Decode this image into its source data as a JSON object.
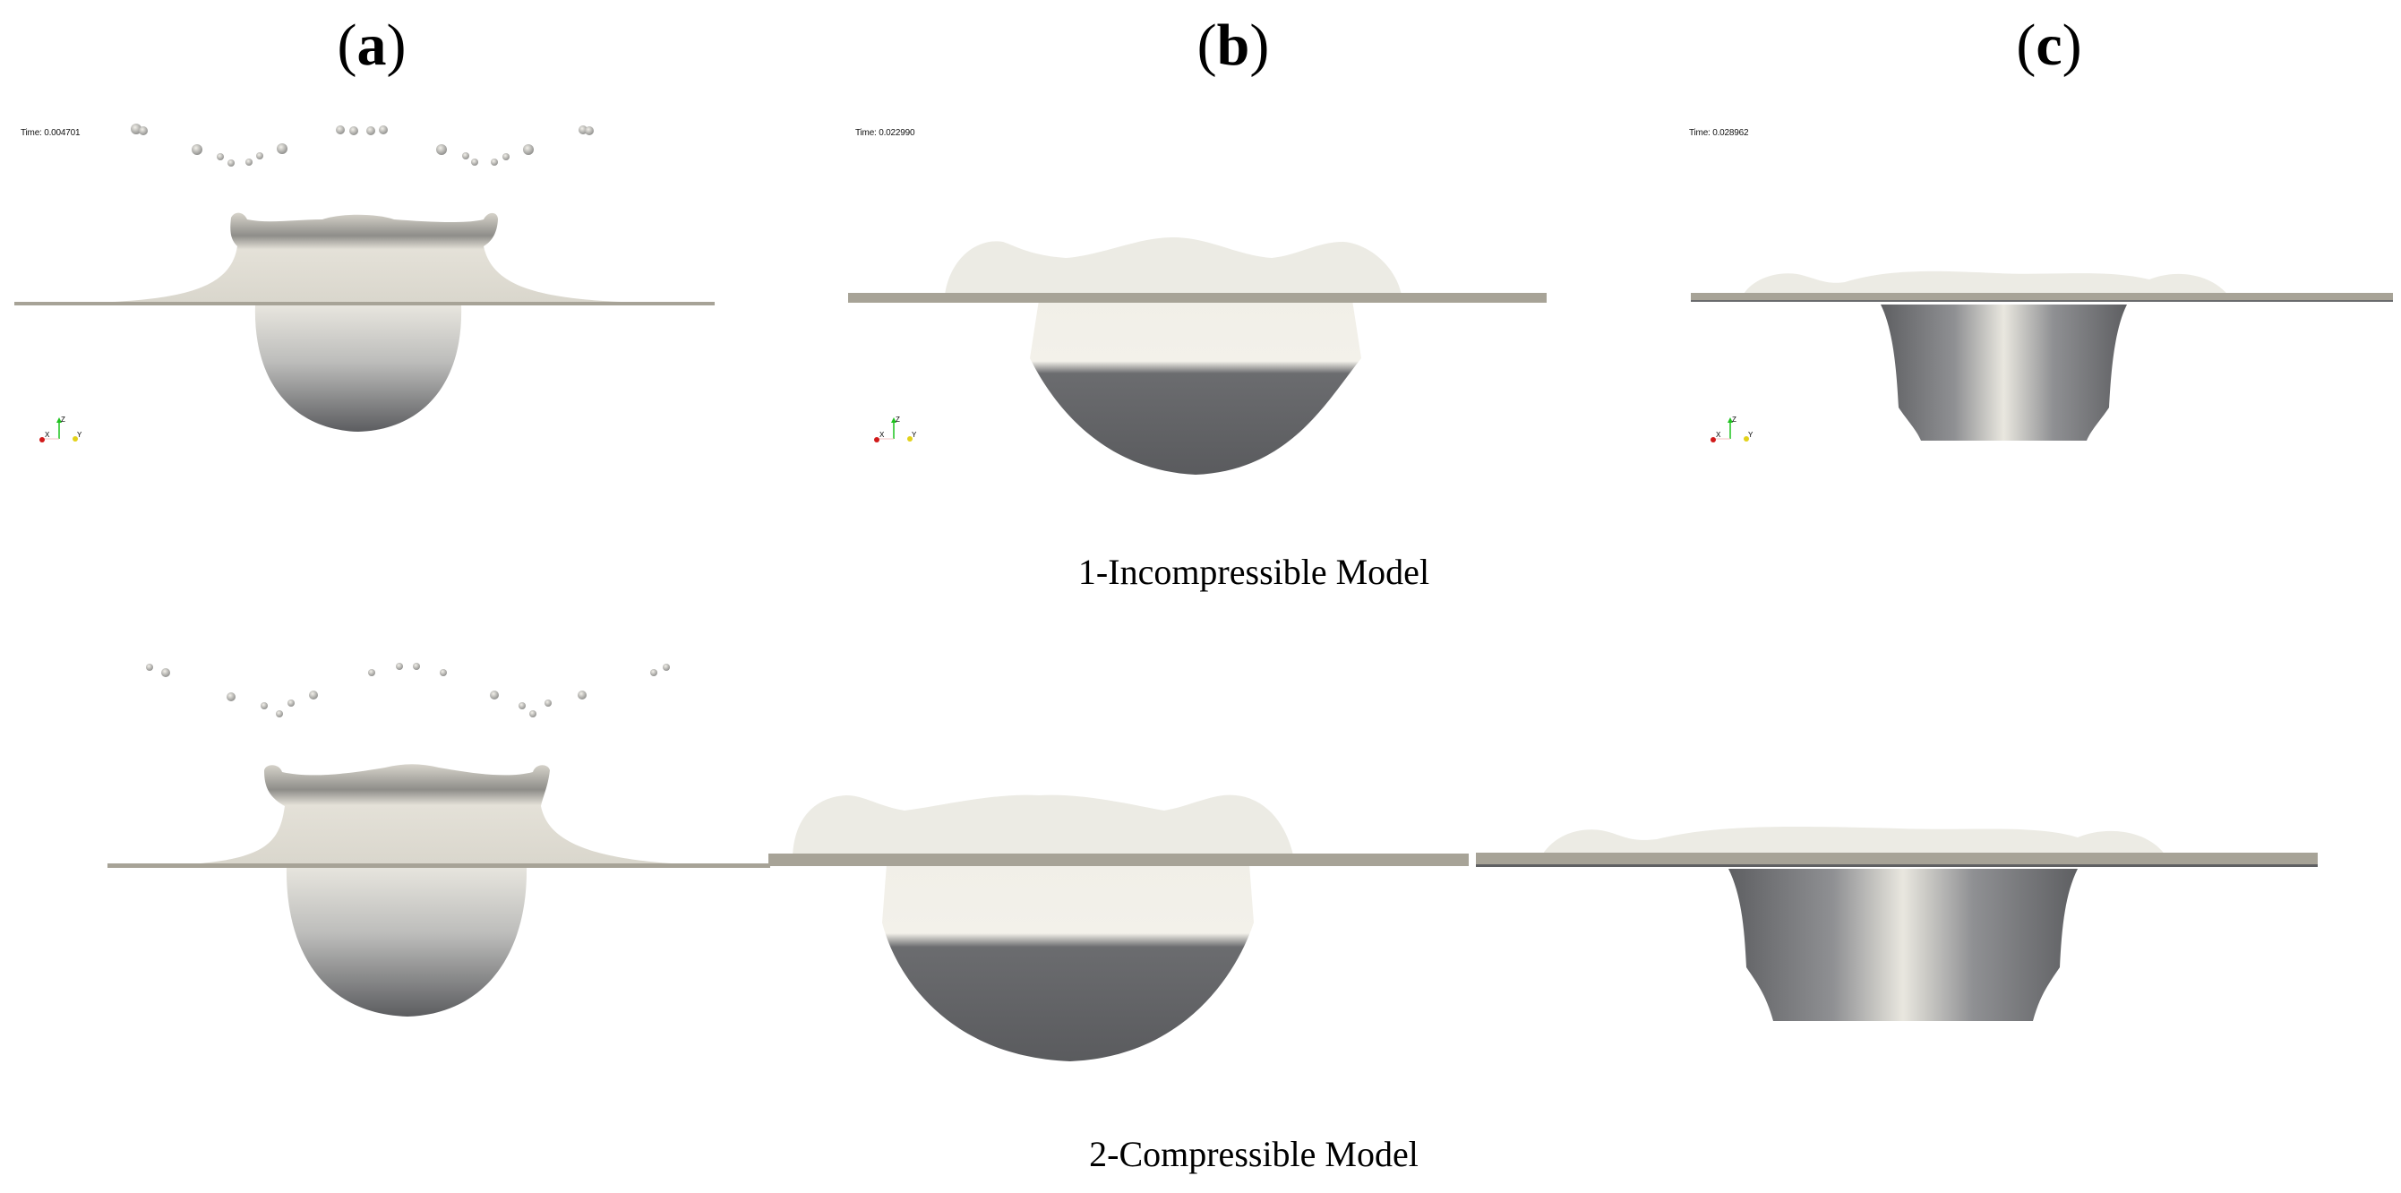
{
  "panel_labels": [
    "a",
    "b",
    "c"
  ],
  "rows": [
    {
      "caption": "1-Incompressible Model",
      "panels": [
        {
          "id": "a",
          "time_label": "Time: 0.004701"
        },
        {
          "id": "b",
          "time_label": "Time: 0.022990"
        },
        {
          "id": "c",
          "time_label": "Time: 0.028962"
        }
      ],
      "axes_triad": {
        "x": "X",
        "y": "Y",
        "z": "Z"
      }
    },
    {
      "caption": "2-Compressible Model",
      "panels": [
        {
          "id": "a"
        },
        {
          "id": "b"
        },
        {
          "id": "c"
        }
      ]
    }
  ],
  "colors": {
    "surface_light": "#e6e3da",
    "surface_dark": "#5f6062",
    "plane": "#a7a397",
    "axis_x": "#d11a1a",
    "axis_y": "#e3d21a",
    "axis_z": "#1ec21e"
  }
}
